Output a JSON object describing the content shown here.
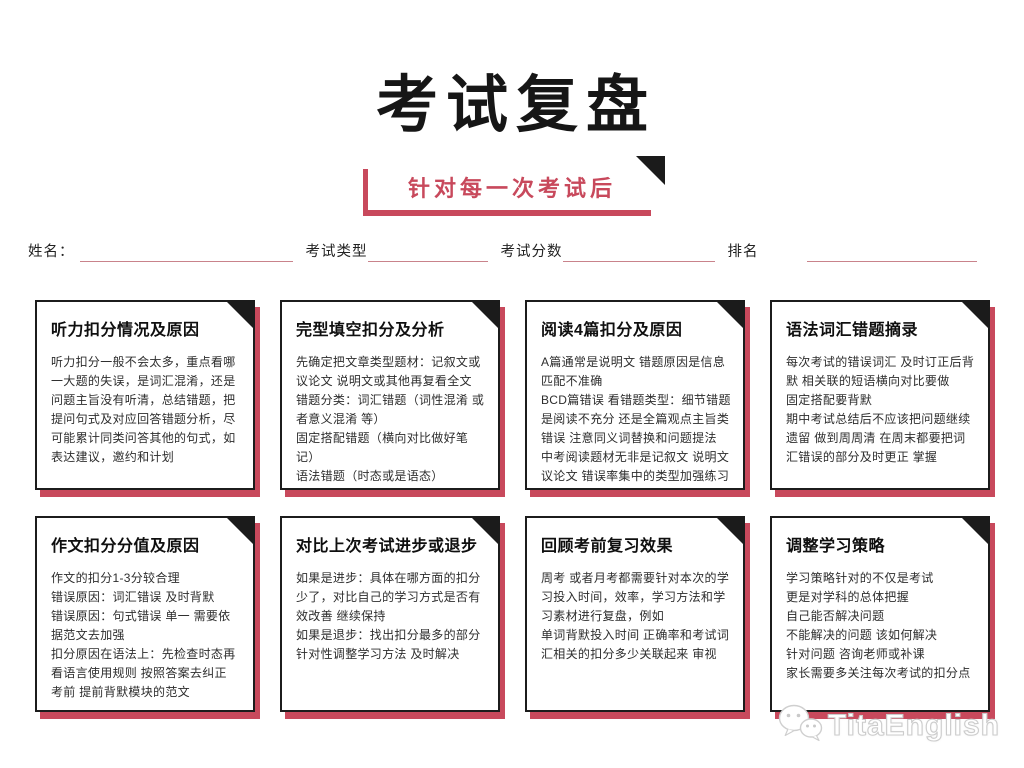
{
  "page": {
    "title": "考试复盘",
    "banner": "针对每一次考试后"
  },
  "form": {
    "fields": [
      {
        "label": "姓名："
      },
      {
        "label": "考试类型"
      },
      {
        "label": "考试分数"
      },
      {
        "label": "排名"
      }
    ]
  },
  "cards": [
    {
      "title": "听力扣分情况及原因",
      "body": "听力扣分一般不会太多，重点看哪一大题的失误，是词汇混淆，还是问题主旨没有听清，总结错题，把提问句式及对应回答错题分析，尽可能累计同类问答其他的句式，如表达建议，邀约和计划"
    },
    {
      "title": "完型填空扣分及分析",
      "body": "先确定把文章类型题材：记叙文或议论文 说明文或其他再复看全文\n错题分类：词汇错题（词性混淆 或者意义混淆 等）\n固定搭配错题（横向对比做好笔记）\n语法错题（时态或是语态）"
    },
    {
      "title": "阅读4篇扣分及原因",
      "body": "A篇通常是说明文 错题原因是信息匹配不准确\nBCD篇错误 看错题类型：细节错题是阅读不充分 还是全篇观点主旨类错误 注意同义词替换和问题提法\n中考阅读题材无非是记叙文 说明文议论文 错误率集中的类型加强练习"
    },
    {
      "title": "语法词汇错题摘录",
      "body": "每次考试的错误词汇 及时订正后背默 相关联的短语横向对比要做\n固定搭配要背默\n期中考试总结后不应该把问题继续遗留 做到周周清 在周末都要把词汇错误的部分及时更正 掌握"
    },
    {
      "title": "作文扣分分值及原因",
      "body": "作文的扣分1-3分较合理\n错误原因：词汇错误 及时背默\n错误原因：句式错误 单一 需要依据范文去加强\n扣分原因在语法上：先检查时态再看语言使用规则 按照答案去纠正\n考前 提前背默模块的范文"
    },
    {
      "title": "对比上次考试进步或退步",
      "body": "如果是进步：具体在哪方面的扣分少了，对比自己的学习方式是否有效改善 继续保持\n如果是退步：找出扣分最多的部分针对性调整学习方法 及时解决"
    },
    {
      "title": "回顾考前复习效果",
      "body": "周考 或者月考都需要针对本次的学习投入时间，效率，学习方法和学习素材进行复盘，例如\n单词背默投入时间 正确率和考试词汇相关的扣分多少关联起来 审视"
    },
    {
      "title": "调整学习策略",
      "body": "学习策略针对的不仅是考试\n更是对学科的总体把握\n自己能否解决问题\n不能解决的问题 该如何解决\n针对问题 咨询老师或补课\n家长需要多关注每次考试的扣分点"
    }
  ],
  "watermark": {
    "brand": "TitaEnglish",
    "icon": "wechat-icon"
  },
  "colors": {
    "accent_red": "#c8495c",
    "ink": "#1c1c1c",
    "underline": "#c9838b"
  }
}
